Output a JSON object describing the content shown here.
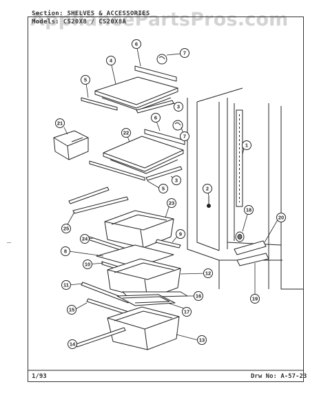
{
  "header": {
    "section_line": "Section: SHELVES & ACCESSORIES",
    "models_line": "Models: CS20X8 / CS20X8A"
  },
  "watermark": "AppliancePartsPros.com",
  "footer": {
    "date": "1/93",
    "drawing_number": "Drw No: A-57-23"
  },
  "callouts": [
    "1",
    "2",
    "3",
    "3",
    "4",
    "5",
    "5",
    "6",
    "6",
    "7",
    "7",
    "8",
    "9",
    "10",
    "11",
    "12",
    "13",
    "14",
    "15",
    "16",
    "17",
    "18",
    "19",
    "20",
    "21",
    "22",
    "23",
    "24",
    "25"
  ]
}
